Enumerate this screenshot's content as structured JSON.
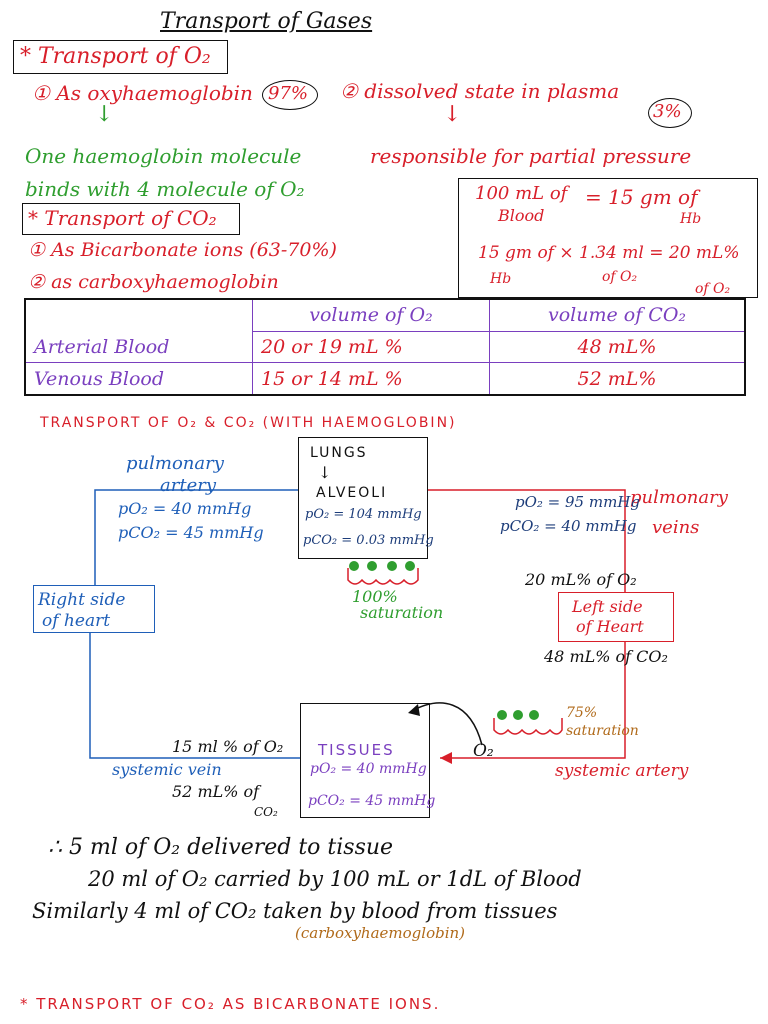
{
  "title": "Transport of Gases",
  "o2_heading": "* Transport of O₂",
  "o2_item1": "① As oxyhaemoglobin",
  "o2_item1_pct": "97%",
  "o2_item1_arrow": "↓",
  "o2_item2": "② dissolved state in plasma",
  "o2_item2_pct": "3%",
  "o2_item2_arrow": "↓",
  "hb_line1": "One haemoglobin molecule",
  "hb_line2": "binds with 4 molecule of O₂",
  "partial_pressure": "responsible for partial pressure",
  "calc_box": {
    "l1": "100 mL of",
    "l1b": "= 15 gm of",
    "l2": "Blood",
    "l2b": "Hb",
    "l3": "15 gm of  × 1.34 ml = 20 mL%",
    "l4a": "Hb",
    "l4b": "of O₂",
    "l4c": "of O₂"
  },
  "co2_heading": "* Transport of CO₂",
  "co2_item1": "① As Bicarbonate ions (63-70%)",
  "co2_item2": "② as carboxyhaemoglobin",
  "table": {
    "headers": [
      "",
      "volume of O₂",
      "volume of CO₂"
    ],
    "rows": [
      [
        "Arterial Blood",
        "20 or 19 mL %",
        "48 mL%"
      ],
      [
        "Venous Blood",
        "15 or 14 mL %",
        "52 mL%"
      ]
    ]
  },
  "diagram_title": "TRANSPORT OF O₂ & CO₂ (WITH HAEMOGLOBIN)",
  "lungs": {
    "l1": "LUNGS",
    "arrow": "↓",
    "l2": "ALVEOLI",
    "p1": "pO₂ = 104 mmHg",
    "p2": "pCO₂ = 0.03 mmHg"
  },
  "pulmonary_artery": {
    "label1": "pulmonary",
    "label2": "artery",
    "p1": "pO₂ = 40 mmHg",
    "p2": "pCO₂ = 45 mmHg"
  },
  "pulmonary_veins": {
    "label1": "pulmonary",
    "label2": "veins",
    "p1": "pO₂ = 95 mmHg",
    "p2": "pCO₂ = 40 mmHg"
  },
  "saturation_100": {
    "pct": "100%",
    "label": "saturation"
  },
  "o2_20": "20 mL% of O₂",
  "right_heart": {
    "l1": "Right side",
    "l2": "of heart"
  },
  "left_heart": {
    "l1": "Left side",
    "l2": "of Heart"
  },
  "co2_48": "48 mL% of CO₂",
  "saturation_75": {
    "pct": "75%",
    "label": "saturation"
  },
  "tissues": {
    "l1": "TISSUES",
    "p1": "pO₂ = 40 mmHg",
    "p2": "pCO₂ = 45 mmHg"
  },
  "o2_label": "O₂",
  "vein_o2": "15 ml % of O₂",
  "systemic_vein": "systemic vein",
  "vein_co2": "52 mL% of",
  "vein_co2_b": "CO₂",
  "systemic_artery": "systemic artery",
  "conclusion": {
    "l1": "∴   5 ml of O₂ delivered to tissue",
    "l2": "20 ml of O₂ carried by 100 mL or 1dL of Blood",
    "l3": "Similarly 4 ml of CO₂ taken by blood from tissues",
    "l4": "(carboxyhaemoglobin)"
  },
  "bottom_heading": "* TRANSPORT OF CO₂ AS BICARBONATE IONS."
}
